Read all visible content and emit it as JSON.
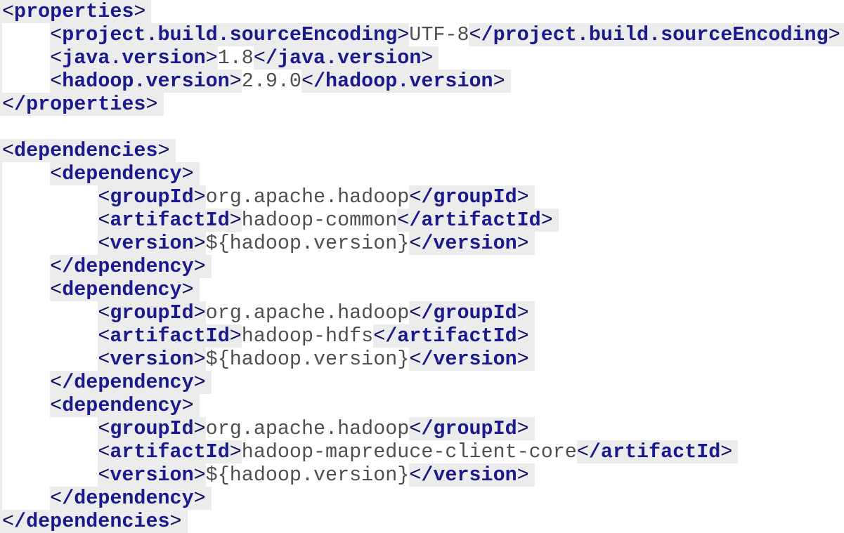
{
  "document": {
    "type": "code-snippet",
    "language": "xml",
    "description": "Maven pom.xml fragment with Hadoop properties and dependencies"
  },
  "colors": {
    "page_background": "#ffffff",
    "line_highlight": "#ececec",
    "tag_name": "#1a1a8c",
    "bracket": "#101060",
    "text_content": "#4f4f4f",
    "content_background": "#ffffff"
  },
  "xml": {
    "properties": {
      "project.build.sourceEncoding": "UTF-8",
      "java.version": "1.8",
      "hadoop.version": "2.9.0"
    },
    "dependencies": [
      {
        "groupId": "org.apache.hadoop",
        "artifactId": "hadoop-common",
        "version": "${hadoop.version}"
      },
      {
        "groupId": "org.apache.hadoop",
        "artifactId": "hadoop-hdfs",
        "version": "${hadoop.version}"
      },
      {
        "groupId": "org.apache.hadoop",
        "artifactId": "hadoop-mapreduce-client-core",
        "version": "${hadoop.version}"
      }
    ]
  },
  "code": {
    "lines": [
      [
        [
          "b",
          "<"
        ],
        [
          "n",
          "properties"
        ],
        [
          "b",
          ">"
        ]
      ],
      [
        [
          "w",
          "    "
        ],
        [
          "b",
          "<"
        ],
        [
          "n",
          "project.build.sourceEncoding"
        ],
        [
          "b",
          ">"
        ],
        [
          "t",
          "UTF-8"
        ],
        [
          "b",
          "<"
        ],
        [
          "n",
          "/project.build.sourceEncoding"
        ],
        [
          "b",
          ">"
        ]
      ],
      [
        [
          "w",
          "    "
        ],
        [
          "b",
          "<"
        ],
        [
          "n",
          "java.version"
        ],
        [
          "b",
          ">"
        ],
        [
          "t",
          "1.8"
        ],
        [
          "b",
          "<"
        ],
        [
          "n",
          "/java.version"
        ],
        [
          "b",
          ">"
        ]
      ],
      [
        [
          "w",
          "    "
        ],
        [
          "b",
          "<"
        ],
        [
          "n",
          "hadoop.version"
        ],
        [
          "b",
          ">"
        ],
        [
          "t",
          "2.9.0"
        ],
        [
          "b",
          "<"
        ],
        [
          "n",
          "/hadoop.version"
        ],
        [
          "b",
          ">"
        ]
      ],
      [
        [
          "b",
          "<"
        ],
        [
          "n",
          "/properties"
        ],
        [
          "b",
          ">"
        ]
      ],
      [],
      [
        [
          "b",
          "<"
        ],
        [
          "n",
          "dependencies"
        ],
        [
          "b",
          ">"
        ]
      ],
      [
        [
          "w",
          "    "
        ],
        [
          "b",
          "<"
        ],
        [
          "n",
          "dependency"
        ],
        [
          "b",
          ">"
        ]
      ],
      [
        [
          "w",
          "        "
        ],
        [
          "b",
          "<"
        ],
        [
          "n",
          "groupId"
        ],
        [
          "b",
          ">"
        ],
        [
          "t",
          "org.apache.hadoop"
        ],
        [
          "b",
          "<"
        ],
        [
          "n",
          "/groupId"
        ],
        [
          "b",
          ">"
        ]
      ],
      [
        [
          "w",
          "        "
        ],
        [
          "b",
          "<"
        ],
        [
          "n",
          "artifactId"
        ],
        [
          "b",
          ">"
        ],
        [
          "t",
          "hadoop-common"
        ],
        [
          "b",
          "<"
        ],
        [
          "n",
          "/artifactId"
        ],
        [
          "b",
          ">"
        ]
      ],
      [
        [
          "w",
          "        "
        ],
        [
          "b",
          "<"
        ],
        [
          "n",
          "version"
        ],
        [
          "b",
          ">"
        ],
        [
          "t",
          "${hadoop.version}"
        ],
        [
          "b",
          "<"
        ],
        [
          "n",
          "/version"
        ],
        [
          "b",
          ">"
        ]
      ],
      [
        [
          "w",
          "    "
        ],
        [
          "b",
          "<"
        ],
        [
          "n",
          "/dependency"
        ],
        [
          "b",
          ">"
        ]
      ],
      [
        [
          "w",
          "    "
        ],
        [
          "b",
          "<"
        ],
        [
          "n",
          "dependency"
        ],
        [
          "b",
          ">"
        ]
      ],
      [
        [
          "w",
          "        "
        ],
        [
          "b",
          "<"
        ],
        [
          "n",
          "groupId"
        ],
        [
          "b",
          ">"
        ],
        [
          "t",
          "org.apache.hadoop"
        ],
        [
          "b",
          "<"
        ],
        [
          "n",
          "/groupId"
        ],
        [
          "b",
          ">"
        ]
      ],
      [
        [
          "w",
          "        "
        ],
        [
          "b",
          "<"
        ],
        [
          "n",
          "artifactId"
        ],
        [
          "b",
          ">"
        ],
        [
          "t",
          "hadoop-hdfs"
        ],
        [
          "b",
          "<"
        ],
        [
          "n",
          "/artifactId"
        ],
        [
          "b",
          ">"
        ]
      ],
      [
        [
          "w",
          "        "
        ],
        [
          "b",
          "<"
        ],
        [
          "n",
          "version"
        ],
        [
          "b",
          ">"
        ],
        [
          "t",
          "${hadoop.version}"
        ],
        [
          "b",
          "<"
        ],
        [
          "n",
          "/version"
        ],
        [
          "b",
          ">"
        ]
      ],
      [
        [
          "w",
          "    "
        ],
        [
          "b",
          "<"
        ],
        [
          "n",
          "/dependency"
        ],
        [
          "b",
          ">"
        ]
      ],
      [
        [
          "w",
          "    "
        ],
        [
          "b",
          "<"
        ],
        [
          "n",
          "dependency"
        ],
        [
          "b",
          ">"
        ]
      ],
      [
        [
          "w",
          "        "
        ],
        [
          "b",
          "<"
        ],
        [
          "n",
          "groupId"
        ],
        [
          "b",
          ">"
        ],
        [
          "t",
          "org.apache.hadoop"
        ],
        [
          "b",
          "<"
        ],
        [
          "n",
          "/groupId"
        ],
        [
          "b",
          ">"
        ]
      ],
      [
        [
          "w",
          "        "
        ],
        [
          "b",
          "<"
        ],
        [
          "n",
          "artifactId"
        ],
        [
          "b",
          ">"
        ],
        [
          "t",
          "hadoop-mapreduce-client-core"
        ],
        [
          "b",
          "<"
        ],
        [
          "n",
          "/artifactId"
        ],
        [
          "b",
          ">"
        ]
      ],
      [
        [
          "w",
          "        "
        ],
        [
          "b",
          "<"
        ],
        [
          "n",
          "version"
        ],
        [
          "b",
          ">"
        ],
        [
          "t",
          "${hadoop.version}"
        ],
        [
          "b",
          "<"
        ],
        [
          "n",
          "/version"
        ],
        [
          "b",
          ">"
        ]
      ],
      [
        [
          "w",
          "    "
        ],
        [
          "b",
          "<"
        ],
        [
          "n",
          "/dependency"
        ],
        [
          "b",
          ">"
        ]
      ],
      [
        [
          "b",
          "<"
        ],
        [
          "n",
          "/dependencies"
        ],
        [
          "b",
          ">"
        ]
      ]
    ]
  }
}
